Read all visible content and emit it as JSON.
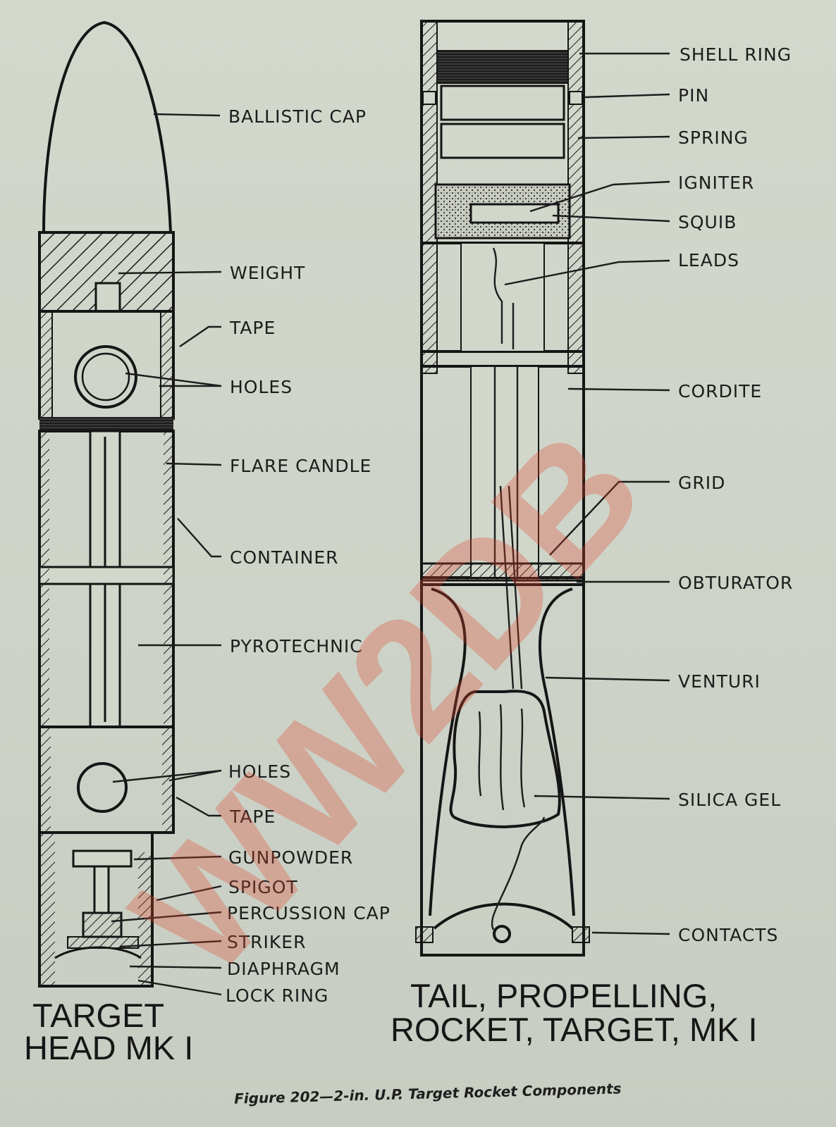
{
  "left": {
    "title_line1": "TARGET",
    "title_line2": "HEAD MK I",
    "labels": {
      "ballistic_cap": "BALLISTIC CAP",
      "weight": "WEIGHT",
      "tape_top": "TAPE",
      "holes_top": "HOLES",
      "flare_candle": "FLARE CANDLE",
      "container": "CONTAINER",
      "pyrotechnic": "PYROTECHNIC",
      "holes_bottom": "HOLES",
      "tape_bottom": "TAPE",
      "gunpowder": "GUNPOWDER",
      "spigot": "SPIGOT",
      "percussion_cap": "PERCUSSION CAP",
      "striker": "STRIKER",
      "diaphragm": "DIAPHRAGM",
      "lock_ring": "LOCK RING"
    }
  },
  "right": {
    "title_line1": "TAIL, PROPELLING,",
    "title_line2": "ROCKET, TARGET, MK I",
    "labels": {
      "shell_ring": "SHELL RING",
      "pin": "PIN",
      "spring": "SPRING",
      "igniter": "IGNITER",
      "squib": "SQUIB",
      "leads": "LEADS",
      "cordite": "CORDITE",
      "grid": "GRID",
      "obturator": "OBTURATOR",
      "venturi": "VENTURI",
      "silica_gel": "SILICA GEL",
      "contacts": "CONTACTS"
    }
  },
  "caption": "Figure 202—2-in. U.P. Target Rocket Components",
  "watermark": "WW2DB",
  "colors": {
    "paper": "#cfd4c9",
    "ink": "#1c1c1c",
    "watermark": "#e2472f"
  }
}
